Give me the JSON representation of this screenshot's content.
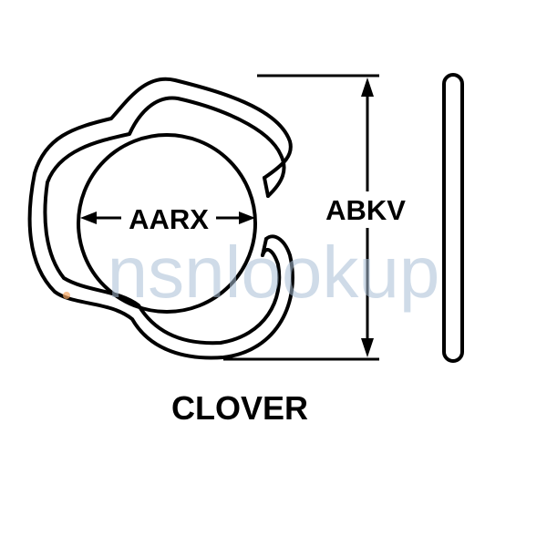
{
  "diagram": {
    "labels": {
      "inner_diameter": "AARX",
      "height": "ABKV",
      "caption": "CLOVER"
    },
    "watermark": "nsnlookup",
    "colors": {
      "line": "#000000",
      "background": "#ffffff",
      "watermark": "#a9bfd6",
      "watermark_accent": "#f4a460"
    }
  }
}
